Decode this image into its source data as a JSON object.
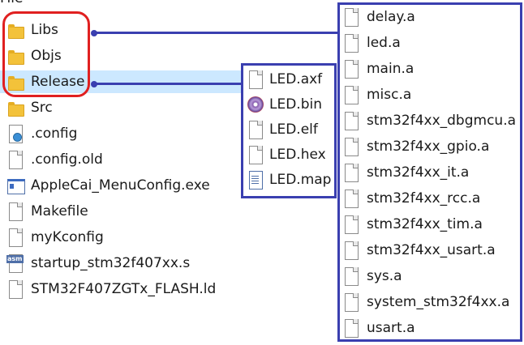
{
  "header": {
    "partial_label": "File"
  },
  "left_list": [
    {
      "label": "Libs",
      "type": "folder"
    },
    {
      "label": "Objs",
      "type": "folder"
    },
    {
      "label": "Release",
      "type": "folder"
    },
    {
      "label": "Src",
      "type": "folder"
    },
    {
      "label": ".config",
      "type": "cfg"
    },
    {
      "label": ".config.old",
      "type": "file"
    },
    {
      "label": "AppleCai_MenuConfig.exe",
      "type": "exe"
    },
    {
      "label": "Makefile",
      "type": "file"
    },
    {
      "label": "myKconfig",
      "type": "file"
    },
    {
      "label": "startup_stm32f407xx.s",
      "type": "asm"
    },
    {
      "label": "STM32F407ZGTx_FLASH.ld",
      "type": "file"
    }
  ],
  "release_panel": [
    {
      "label": "LED.axf",
      "type": "file"
    },
    {
      "label": "LED.bin",
      "type": "bin"
    },
    {
      "label": "LED.elf",
      "type": "file"
    },
    {
      "label": "LED.hex",
      "type": "file"
    },
    {
      "label": "LED.map",
      "type": "map"
    }
  ],
  "libs_panel": [
    {
      "label": "delay.a"
    },
    {
      "label": "led.a"
    },
    {
      "label": "main.a"
    },
    {
      "label": "misc.a"
    },
    {
      "label": "stm32f4xx_dbgmcu.a"
    },
    {
      "label": "stm32f4xx_gpio.a"
    },
    {
      "label": "stm32f4xx_it.a"
    },
    {
      "label": "stm32f4xx_rcc.a"
    },
    {
      "label": "stm32f4xx_tim.a"
    },
    {
      "label": "stm32f4xx_usart.a"
    },
    {
      "label": "sys.a"
    },
    {
      "label": "system_stm32f4xx.a"
    },
    {
      "label": "usart.a"
    }
  ],
  "colors": {
    "highlight_red": "#e02020",
    "connector_blue": "#3a3fb0",
    "selection": "#cce8ff"
  }
}
